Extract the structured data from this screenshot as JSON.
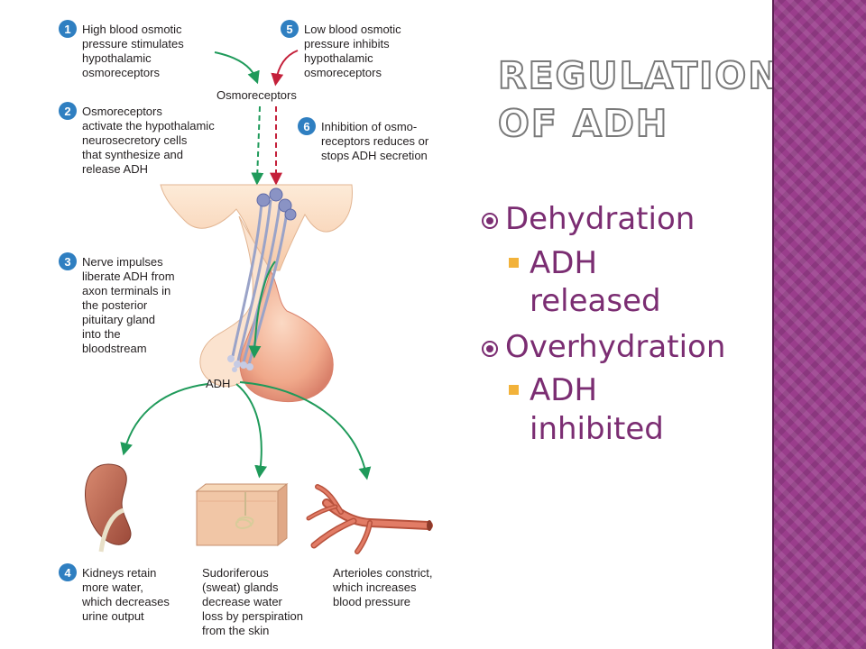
{
  "slide": {
    "title_line1": "Regulation",
    "title_line2": "of ADH",
    "bullets": [
      {
        "text": "Dehydration",
        "sub": [
          "ADH",
          "released"
        ]
      },
      {
        "text": "Overhydration",
        "sub": [
          "ADH",
          "inhibited"
        ]
      }
    ]
  },
  "diagram": {
    "osmoreceptors_label": "Osmoreceptors",
    "adh_label": "ADH",
    "steps": [
      {
        "num": "1",
        "lines": [
          "High blood osmotic",
          "pressure stimulates",
          "hypothalamic",
          "osmoreceptors"
        ]
      },
      {
        "num": "2",
        "lines": [
          "Osmoreceptors",
          "activate the hypothalamic",
          "neurosecretory cells",
          "that synthesize and",
          "release ADH"
        ]
      },
      {
        "num": "3",
        "lines": [
          "Nerve impulses",
          "liberate ADH from",
          "axon terminals in",
          "the posterior",
          "pituitary gland",
          "into the",
          "bloodstream"
        ]
      },
      {
        "num": "4",
        "lines": [
          "Kidneys retain",
          "more water,",
          "which decreases",
          "urine output"
        ]
      },
      {
        "num": "5",
        "lines": [
          "Low blood osmotic",
          "pressure inhibits",
          "hypothalamic",
          "osmoreceptors"
        ]
      },
      {
        "num": "6",
        "lines": [
          "Inhibition of osmo-",
          "receptors reduces or",
          "stops ADH secretion"
        ]
      }
    ],
    "sweat_lines": [
      "Sudoriferous",
      "(sweat) glands",
      "decrease water",
      "loss by perspiration",
      "from the skin"
    ],
    "arteriole_lines": [
      "Arterioles constrict,",
      "which increases",
      "blood pressure"
    ]
  },
  "colors": {
    "accent_purple": "#7b2d72",
    "side_band": "#9a3d8c",
    "bullet_square": "#f2b23a",
    "step_circle": "#2f7fc1",
    "arrow_green": "#1f9a5a",
    "arrow_red": "#c4203a"
  }
}
